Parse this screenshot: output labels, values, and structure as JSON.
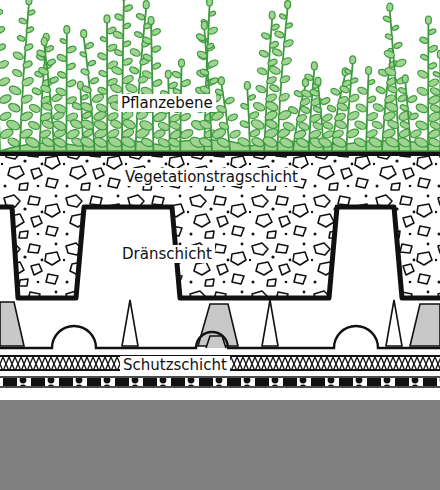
{
  "diagram": {
    "labels": [
      "Pflanzebene",
      "Vegetationstragschicht",
      "Dränschicht",
      "Schutzschicht"
    ]
  }
}
